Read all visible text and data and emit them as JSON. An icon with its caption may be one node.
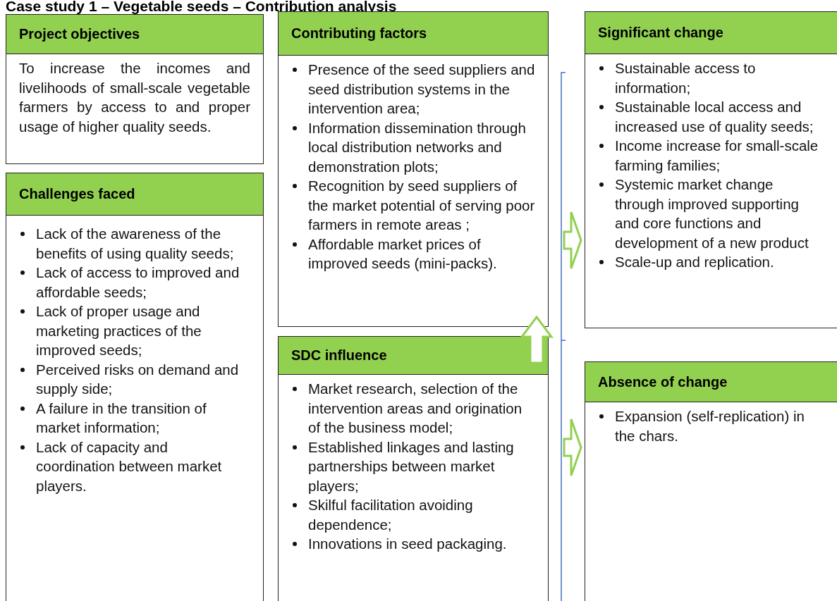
{
  "diagram": {
    "title": "Case study 1 – Vegetable seeds – Contribution analysis",
    "nodes": [
      {
        "text": [
          "Project objectives",
          "To increase the incomes and livelihoods of small-scale vegetable farmers by access to and proper usage of higher quality seeds."
        ]
      },
      {
        "text": [
          "Challenges faced",
          "Lack of the awareness of the benefits of using quality seeds;",
          "Lack of access to improved and affordable seeds;",
          "Lack of proper usage and marketing practices of the improved seeds;",
          "Perceived risks on demand and supply side;",
          "A failure  in the transition of market information;",
          "Lack of capacity and coordination between market players."
        ]
      },
      {
        "text": [
          "Contributing factors",
          "Presence of the seed suppliers and seed distribution systems in the intervention area;",
          "Information dissemination through local distribution networks and demonstration plots;",
          "Recognition by seed suppliers of the market potential of serving poor farmers in remote areas ;",
          "Affordable market prices of improved seeds (mini-packs)."
        ]
      },
      {
        "text": [
          "SDC influence",
          "Market research, selection of the intervention areas and origination of the business model;",
          "Established linkages and lasting partnerships between market players;",
          "Skilful facilitation avoiding dependence;",
          "Innovations in seed packaging."
        ]
      },
      {
        "text": [
          "Significant change",
          "Sustainable access to information;",
          "Sustainable local access and increased use of quality seeds;",
          "Income increase for small-scale farming families;",
          "Systemic market  change through improved supporting and core functions and development of a new product",
          "Scale-up and replication."
        ]
      },
      {
        "text": [
          "Absence of change",
          "Expansion (self-replication) in the chars."
        ]
      }
    ],
    "edges": [
      {
        "from": 3,
        "to": 2,
        "arrow": "to"
      },
      {
        "from": 2,
        "to": 4,
        "arrow": "to"
      },
      {
        "from": 3,
        "to": 5,
        "arrow": "to"
      }
    ]
  }
}
